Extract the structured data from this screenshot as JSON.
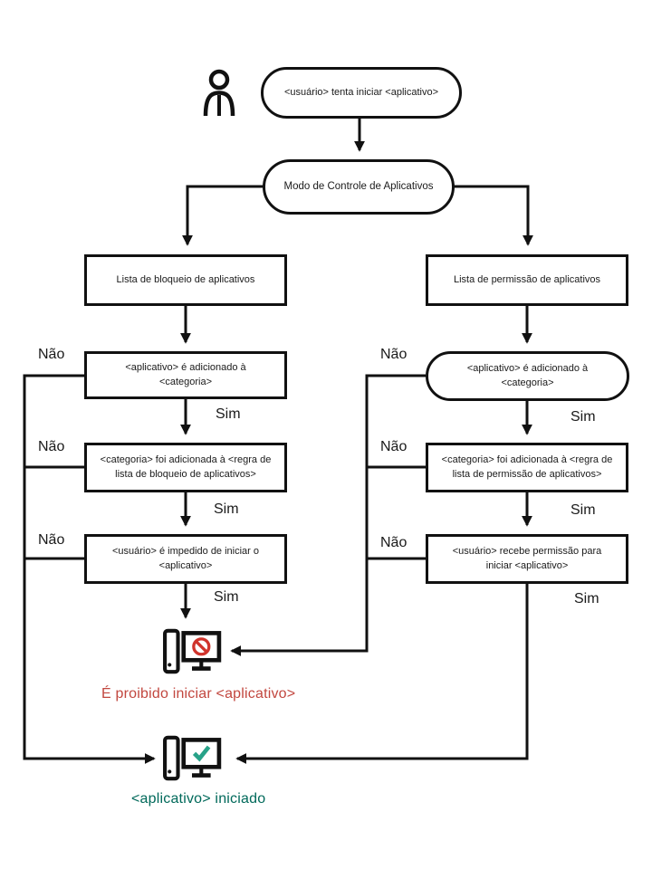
{
  "diagram": {
    "type": "flowchart",
    "language": "pt-BR",
    "nodes": {
      "start": "<usuário> tenta iniciar <aplicativo>",
      "mode": "Modo de Controle de Aplicativos",
      "denylist": "Lista de bloqueio de aplicativos",
      "allowlist": "Lista de permissão de aplicativos",
      "deny_q1": "<aplicativo> é adicionado à <categoria>",
      "deny_q2": "<categoria> foi adicionada à <regra de lista de bloqueio de aplicativos>",
      "deny_q3": "<usuário> é impedido de iniciar o <aplicativo>",
      "allow_q1": "<aplicativo> é adicionado à <categoria>",
      "allow_q2": "<categoria> foi adicionada à <regra de lista de permissão de aplicativos>",
      "allow_q3": "<usuário> recebe permissão para iniciar <aplicativo>"
    },
    "labels": {
      "no": "Não",
      "yes": "Sim"
    },
    "results": {
      "forbidden": "É proibido iniciar <aplicativo>",
      "started": "<aplicativo> iniciado"
    },
    "icons": {
      "user": "user-icon",
      "blocked_computer": "computer-blocked-icon",
      "started_computer": "computer-started-icon"
    },
    "colors": {
      "line": "#111111",
      "forbidden_text": "#c2473f",
      "started_text": "#00695a",
      "prohibition_sign": "#d0342c",
      "check_mark": "#27a288",
      "background": "#ffffff"
    }
  }
}
